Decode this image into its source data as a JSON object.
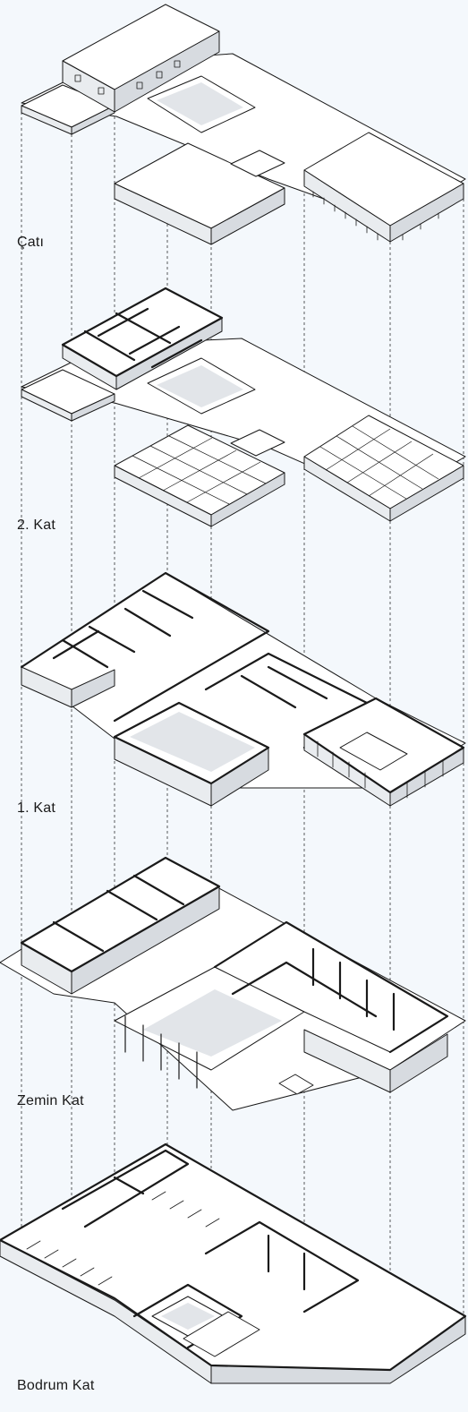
{
  "floors": {
    "roof": "Çatı",
    "second": "2. Kat",
    "first": "1. Kat",
    "ground": "Zemin Kat",
    "basement": "Bodrum Kat"
  },
  "colors": {
    "background": "#f4f8fc",
    "line": "#1a1a1a",
    "face_top": "#ffffff",
    "face_side": "#e9ecef"
  }
}
